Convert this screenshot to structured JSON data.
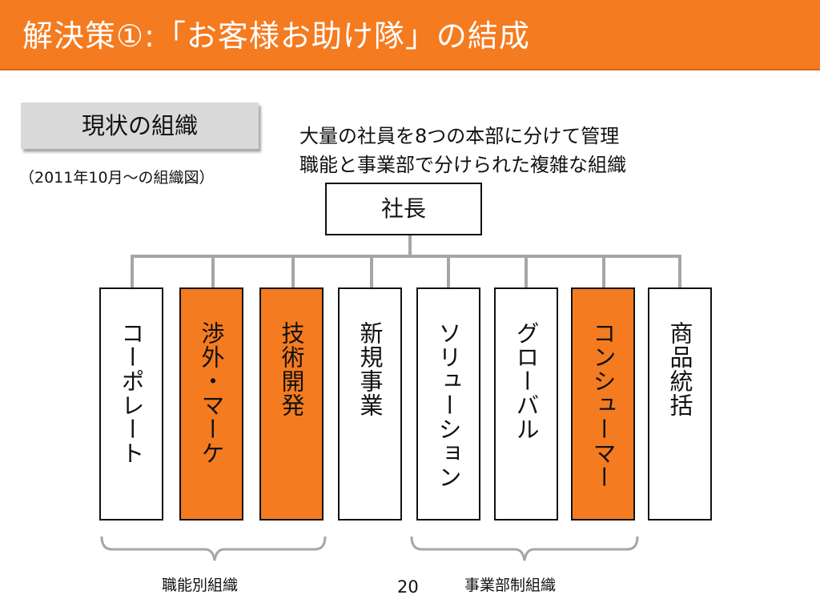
{
  "slide": {
    "title": "解決策①:「お客様お助け隊」の結成",
    "current_org_label": "現状の組織",
    "caption": "（2011年10月〜の組織図）",
    "description": [
      "大量の社員を8つの本部に分けて管理",
      "職能と事業部で分けられた複雑な組織"
    ],
    "president": "社長",
    "units": [
      {
        "label": "コーポレート",
        "highlighted": false
      },
      {
        "label": "渉外・マーケ",
        "highlighted": true
      },
      {
        "label": "技術開発",
        "highlighted": true
      },
      {
        "label": "新規事業",
        "highlighted": false
      },
      {
        "label": "ソリューション",
        "highlighted": false
      },
      {
        "label": "グローバル",
        "highlighted": false
      },
      {
        "label": "コンシューマー",
        "highlighted": true
      },
      {
        "label": "商品統括",
        "highlighted": false
      }
    ],
    "group_labels": {
      "functional": "職能別組織",
      "division": "事業部制組織"
    },
    "page_number": "20",
    "colors": {
      "accent": "#f47b20",
      "connector": "#a6a6a6",
      "label_box": "#d9d9d9"
    }
  }
}
